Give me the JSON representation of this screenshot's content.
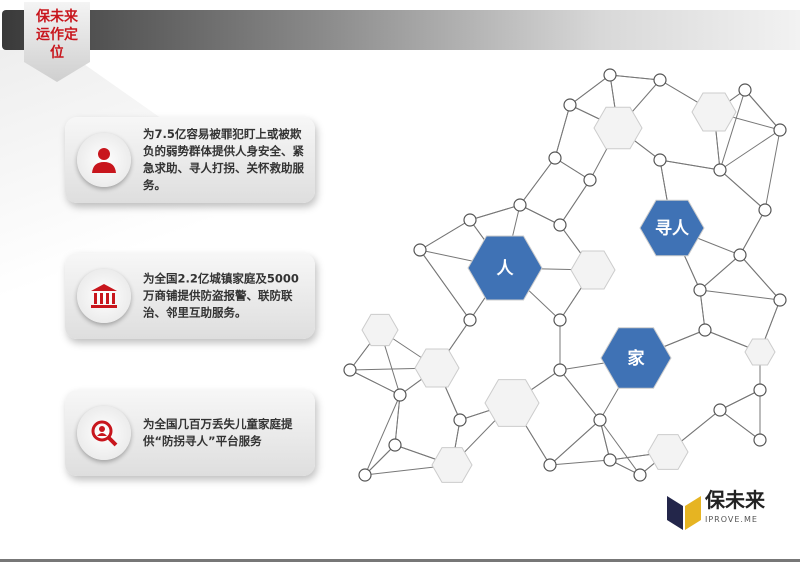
{
  "header": {
    "tag": "保未来运作定位"
  },
  "cards": [
    {
      "icon": "person-icon",
      "text": "为7.5亿容易被罪犯盯上或被欺负的弱势群体提供人身安全、紧急求助、寻人打拐、关怀救助服务。"
    },
    {
      "icon": "bank-icon",
      "text": "为全国2.2亿城镇家庭及5000万商铺提供防盗报警、联防联治、邻里互助服务。"
    },
    {
      "icon": "search-person-icon",
      "text": "为全国几百万丢失儿童家庭提供“防拐寻人”平台服务"
    }
  ],
  "network": {
    "nodes": [
      "人",
      "寻人",
      "家"
    ],
    "accent": "#3f72b5"
  },
  "logo": {
    "name": "保未来",
    "sub": "IPROVE.ME"
  },
  "colors": {
    "red": "#c8161d"
  }
}
